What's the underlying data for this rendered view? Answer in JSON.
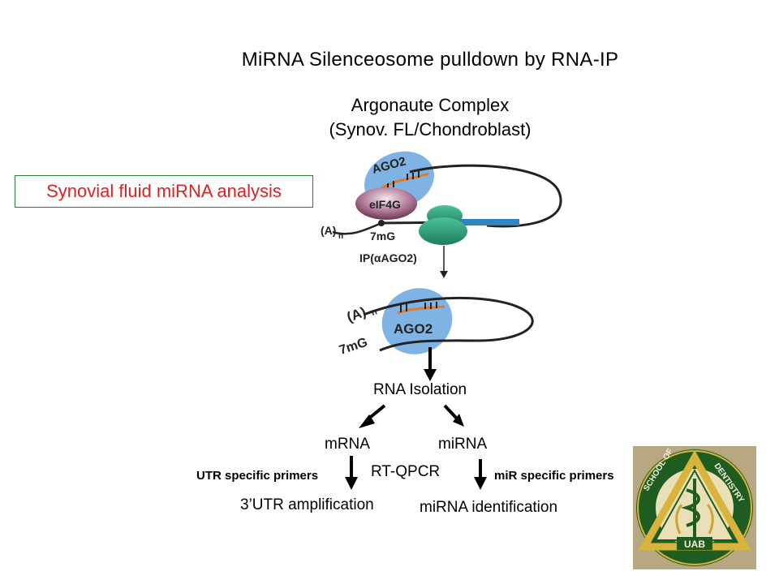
{
  "title": "MiRNA Silenceosome pulldown by RNA-IP",
  "subtitle_line1": "Argonaute Complex",
  "subtitle_line2": "(Synov. FL/Chondroblast)",
  "highlight_box": "Synovial fluid miRNA analysis",
  "diagram": {
    "ago2_top": "AGO2",
    "eif4g": "eIF4G",
    "polya": "(A)",
    "polya_sub": "n",
    "cap": "7mG",
    "ip_label": "IP(αAGO2)",
    "ago2_bottom": "AGO2",
    "polya2": "(A)",
    "polya2_sub": "n",
    "cap2": "7mG"
  },
  "steps": {
    "rna_isolation": "RNA Isolation",
    "mrna": "mRNA",
    "mirna": "miRNA",
    "utr_primers": "UTR specific primers",
    "rt_qpcr": "RT-QPCR",
    "mir_primers": "miR specific primers",
    "utr_amp": "3’UTR amplification",
    "mirna_id": "miRNA identification"
  },
  "logo": {
    "ring_text_left": "SCHOOL OF",
    "ring_text_right": "DENTISTRY",
    "monogram": "UAB"
  },
  "colors": {
    "ago_blue": "#7fb3e3",
    "mirna_orange": "#e87722",
    "eif4g_purple": "#7a3b5c",
    "ribosome_green": "#2a9d78",
    "orf_blue": "#2e86c1",
    "highlight_red": "#e02020",
    "logo_green": "#1f5c1f",
    "logo_gold": "#d9b43c"
  }
}
